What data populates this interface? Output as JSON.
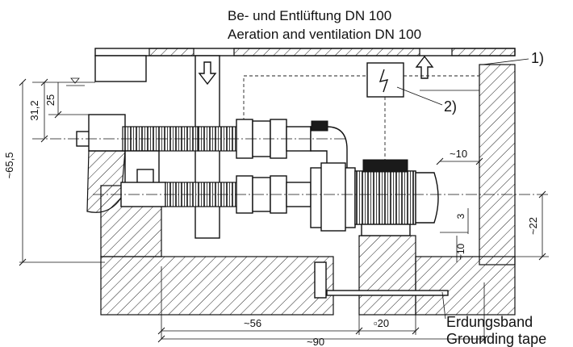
{
  "heading": {
    "line_de": "Be- und Entlüftung DN 100",
    "line_en": "Aeration and ventilation DN 100"
  },
  "legend_refs": {
    "ref1": "1)",
    "ref2": "2)"
  },
  "dimensions": {
    "d_65_5": "~65,5",
    "d_31_2": "31,2",
    "d_25": "25",
    "d_10_top": "~10",
    "d_22": "~22",
    "d_3": "3",
    "d_10_low": "~10",
    "d_56": "~56",
    "d_20": "▫20",
    "d_90": "~90"
  },
  "labels": {
    "grounding_de": "Erdungsband",
    "grounding_en": "Grounding tape"
  },
  "icons": {
    "electrical_box": "lightning-bolt-icon",
    "air_in": "arrow-down-icon",
    "air_out": "arrow-up-icon"
  }
}
